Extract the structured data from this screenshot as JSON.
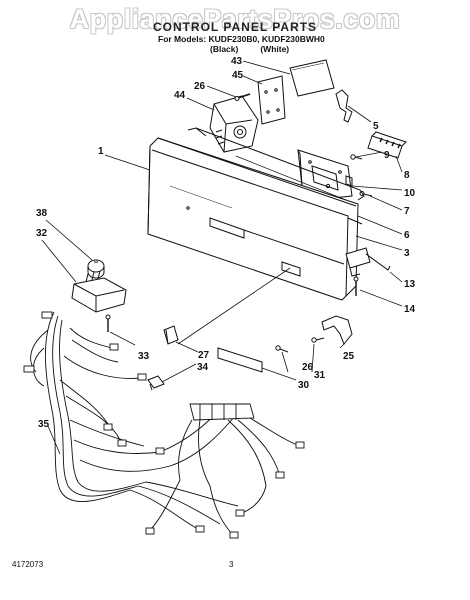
{
  "watermark": "AppliancePartsPros.com",
  "header": {
    "title": "CONTROL PANEL PARTS",
    "models": "For Models: KUDF230B0, KUDF230BWH0",
    "variant_black": "(Black)",
    "variant_white": "(White)"
  },
  "footer": {
    "doc_number": "4172073",
    "page_number": "3"
  },
  "callouts": [
    "43",
    "45",
    "26",
    "44",
    "5",
    "1",
    "9",
    "8",
    "10",
    "7",
    "38",
    "6",
    "32",
    "3",
    "13",
    "14",
    "25",
    "33",
    "27",
    "34",
    "26",
    "31",
    "30",
    "35"
  ]
}
